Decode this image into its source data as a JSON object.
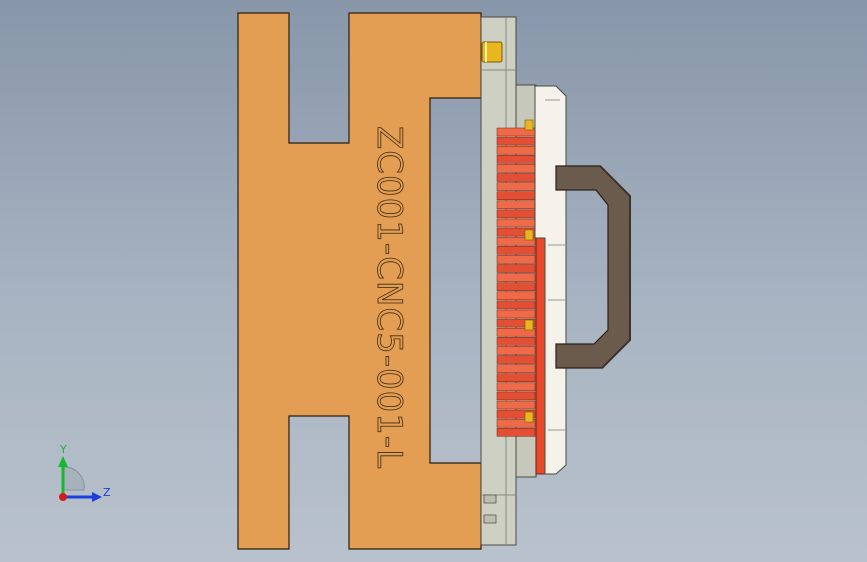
{
  "part": {
    "engraved_label": "ZC001-CNC5-001-L"
  },
  "triad": {
    "y_label": "Y",
    "z_label": "Z"
  },
  "colors": {
    "background_top": "#8796a9",
    "background_bottom": "#b9c2cc",
    "block": "#e39e53",
    "plate": "#cfd0c4",
    "red_parts": "#e95b3c",
    "handle": "#6b5b4d",
    "brass": "#e8b720",
    "axis_y": "#16b82f",
    "axis_z": "#1b3fe0",
    "axis_x": "#d21c1c"
  },
  "icons": {
    "triad": "coordinate-triad-icon"
  }
}
